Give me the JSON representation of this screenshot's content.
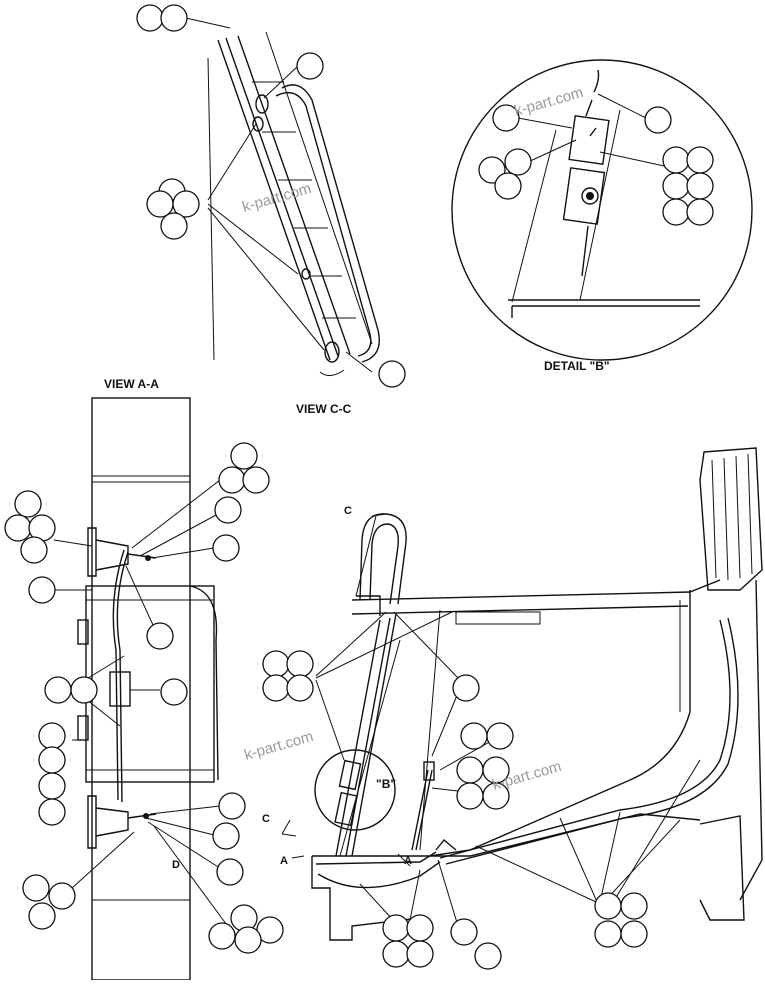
{
  "labels": {
    "view_aa": "VIEW A-A",
    "view_cc": "VIEW C-C",
    "detail_b": "DETAIL \"B\"",
    "callout_b": "\"B\"",
    "section_c_top": "C",
    "section_c_bottom": "C",
    "section_a_left": "A",
    "section_a_right": "A",
    "marker_d": "D"
  },
  "watermark": "k-part.com"
}
